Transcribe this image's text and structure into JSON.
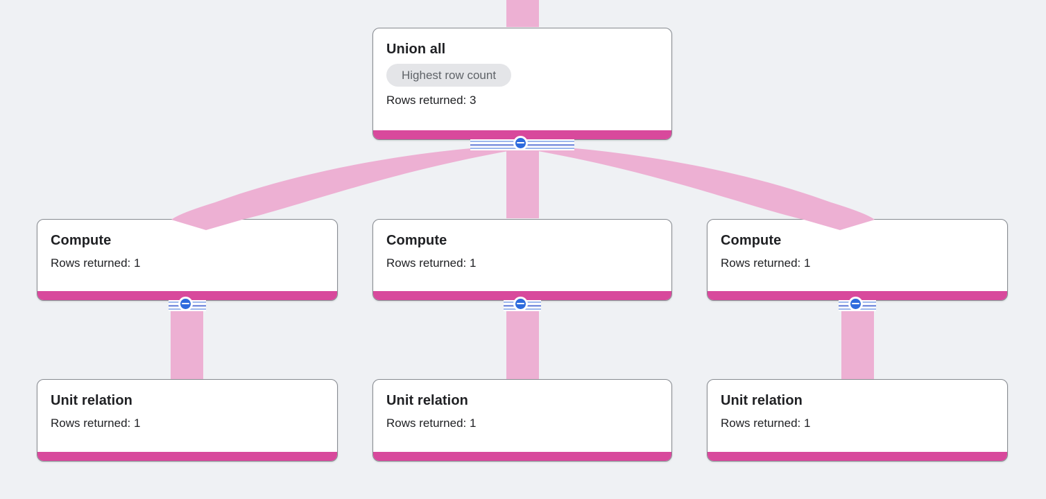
{
  "colors": {
    "background": "#eff1f4",
    "edge_pink": "#edb0d3",
    "status_bar_pink": "#d8499c",
    "collapse_button_blue": "#2e6bdd",
    "badge_background": "#e4e5e8",
    "badge_text": "#5f6368"
  },
  "nodes": {
    "union": {
      "title": "Union all",
      "badge": "Highest row count",
      "rows": "Rows returned: 3"
    },
    "compute1": {
      "title": "Compute",
      "rows": "Rows returned: 1"
    },
    "compute2": {
      "title": "Compute",
      "rows": "Rows returned: 1"
    },
    "compute3": {
      "title": "Compute",
      "rows": "Rows returned: 1"
    },
    "unit1": {
      "title": "Unit relation",
      "rows": "Rows returned: 1"
    },
    "unit2": {
      "title": "Unit relation",
      "rows": "Rows returned: 1"
    },
    "unit3": {
      "title": "Unit relation",
      "rows": "Rows returned: 1"
    }
  }
}
